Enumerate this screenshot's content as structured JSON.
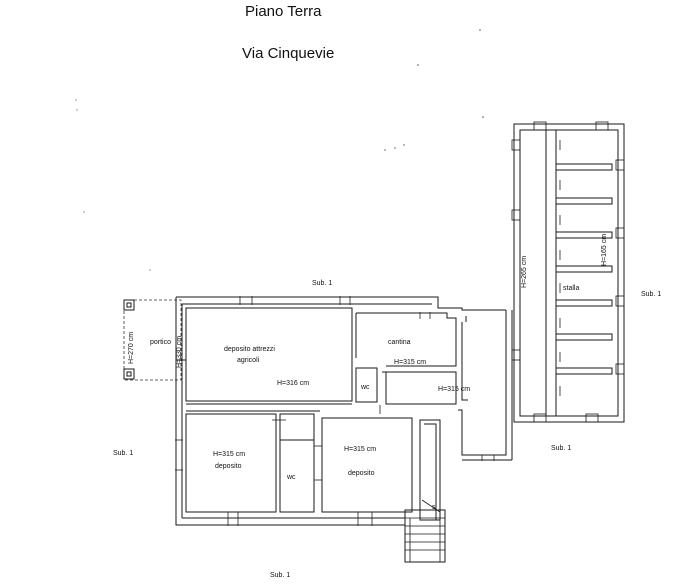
{
  "titles": {
    "floor": "Piano Terra",
    "street": "Via Cinquevie"
  },
  "subs": {
    "top": "Sub. 1",
    "right": "Sub. 1",
    "left": "Sub. 1",
    "right_lower": "Sub. 1",
    "bottom": "Sub. 1"
  },
  "rooms": {
    "portico": "portico",
    "portico_h": "H=270 cm",
    "deposito_attrezzi_1": "deposito attrezzi",
    "deposito_attrezzi_2": "agricoli",
    "deposito_attrezzi_h": "H=316 cm",
    "h330": "H=330 cm",
    "cantina": "cantina",
    "cantina_h": "H=315 cm",
    "wc_center": "wc",
    "corridor_h": "H=315 cm",
    "deposito_left": "deposito",
    "deposito_left_h": "H=315 cm",
    "wc_left": "wc",
    "deposito_center": "deposito",
    "deposito_center_h": "H=315 cm",
    "stalla": "stalla",
    "stalla_h": "H=265 cm",
    "stalla_h2": "H=165 cm"
  },
  "stair_mark": "s"
}
